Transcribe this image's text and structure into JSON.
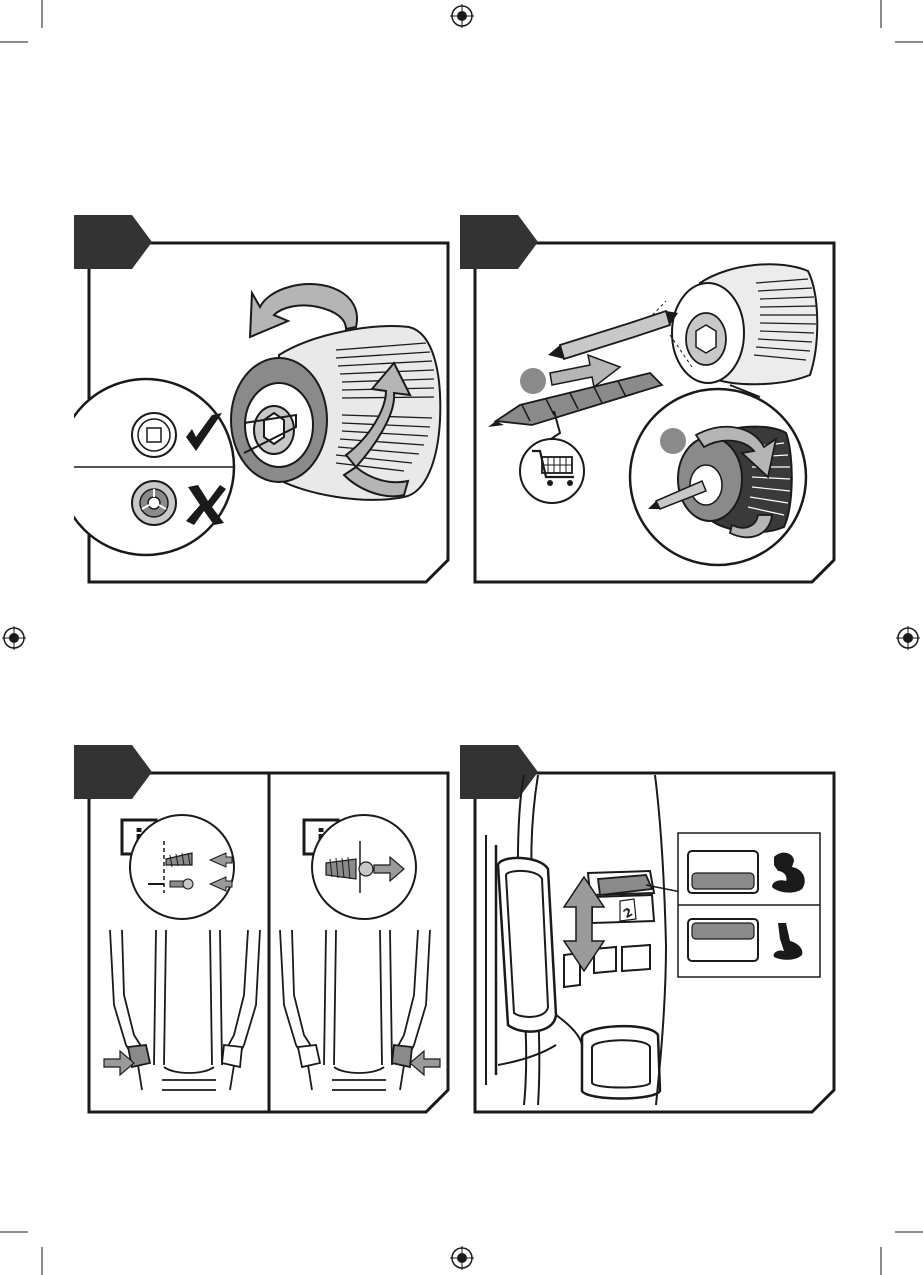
{
  "colors": {
    "ink": "#1a1a1a",
    "mid_gray": "#8a8a8a",
    "light_gray": "#c8c8c8",
    "arrow_gray": "#9a9a9a",
    "tag_fill": "#333333"
  },
  "icons": {
    "check": "check-icon",
    "cross": "cross-icon",
    "cart": "shopping-cart-icon",
    "info": "info-icon",
    "strong_arm": "flexed-arm-icon",
    "weak_arm": "relaxed-arm-icon",
    "registration": "registration-mark-icon"
  },
  "panels": {
    "info_label_left": "i",
    "info_label_right": "i",
    "gear_label": "2"
  }
}
